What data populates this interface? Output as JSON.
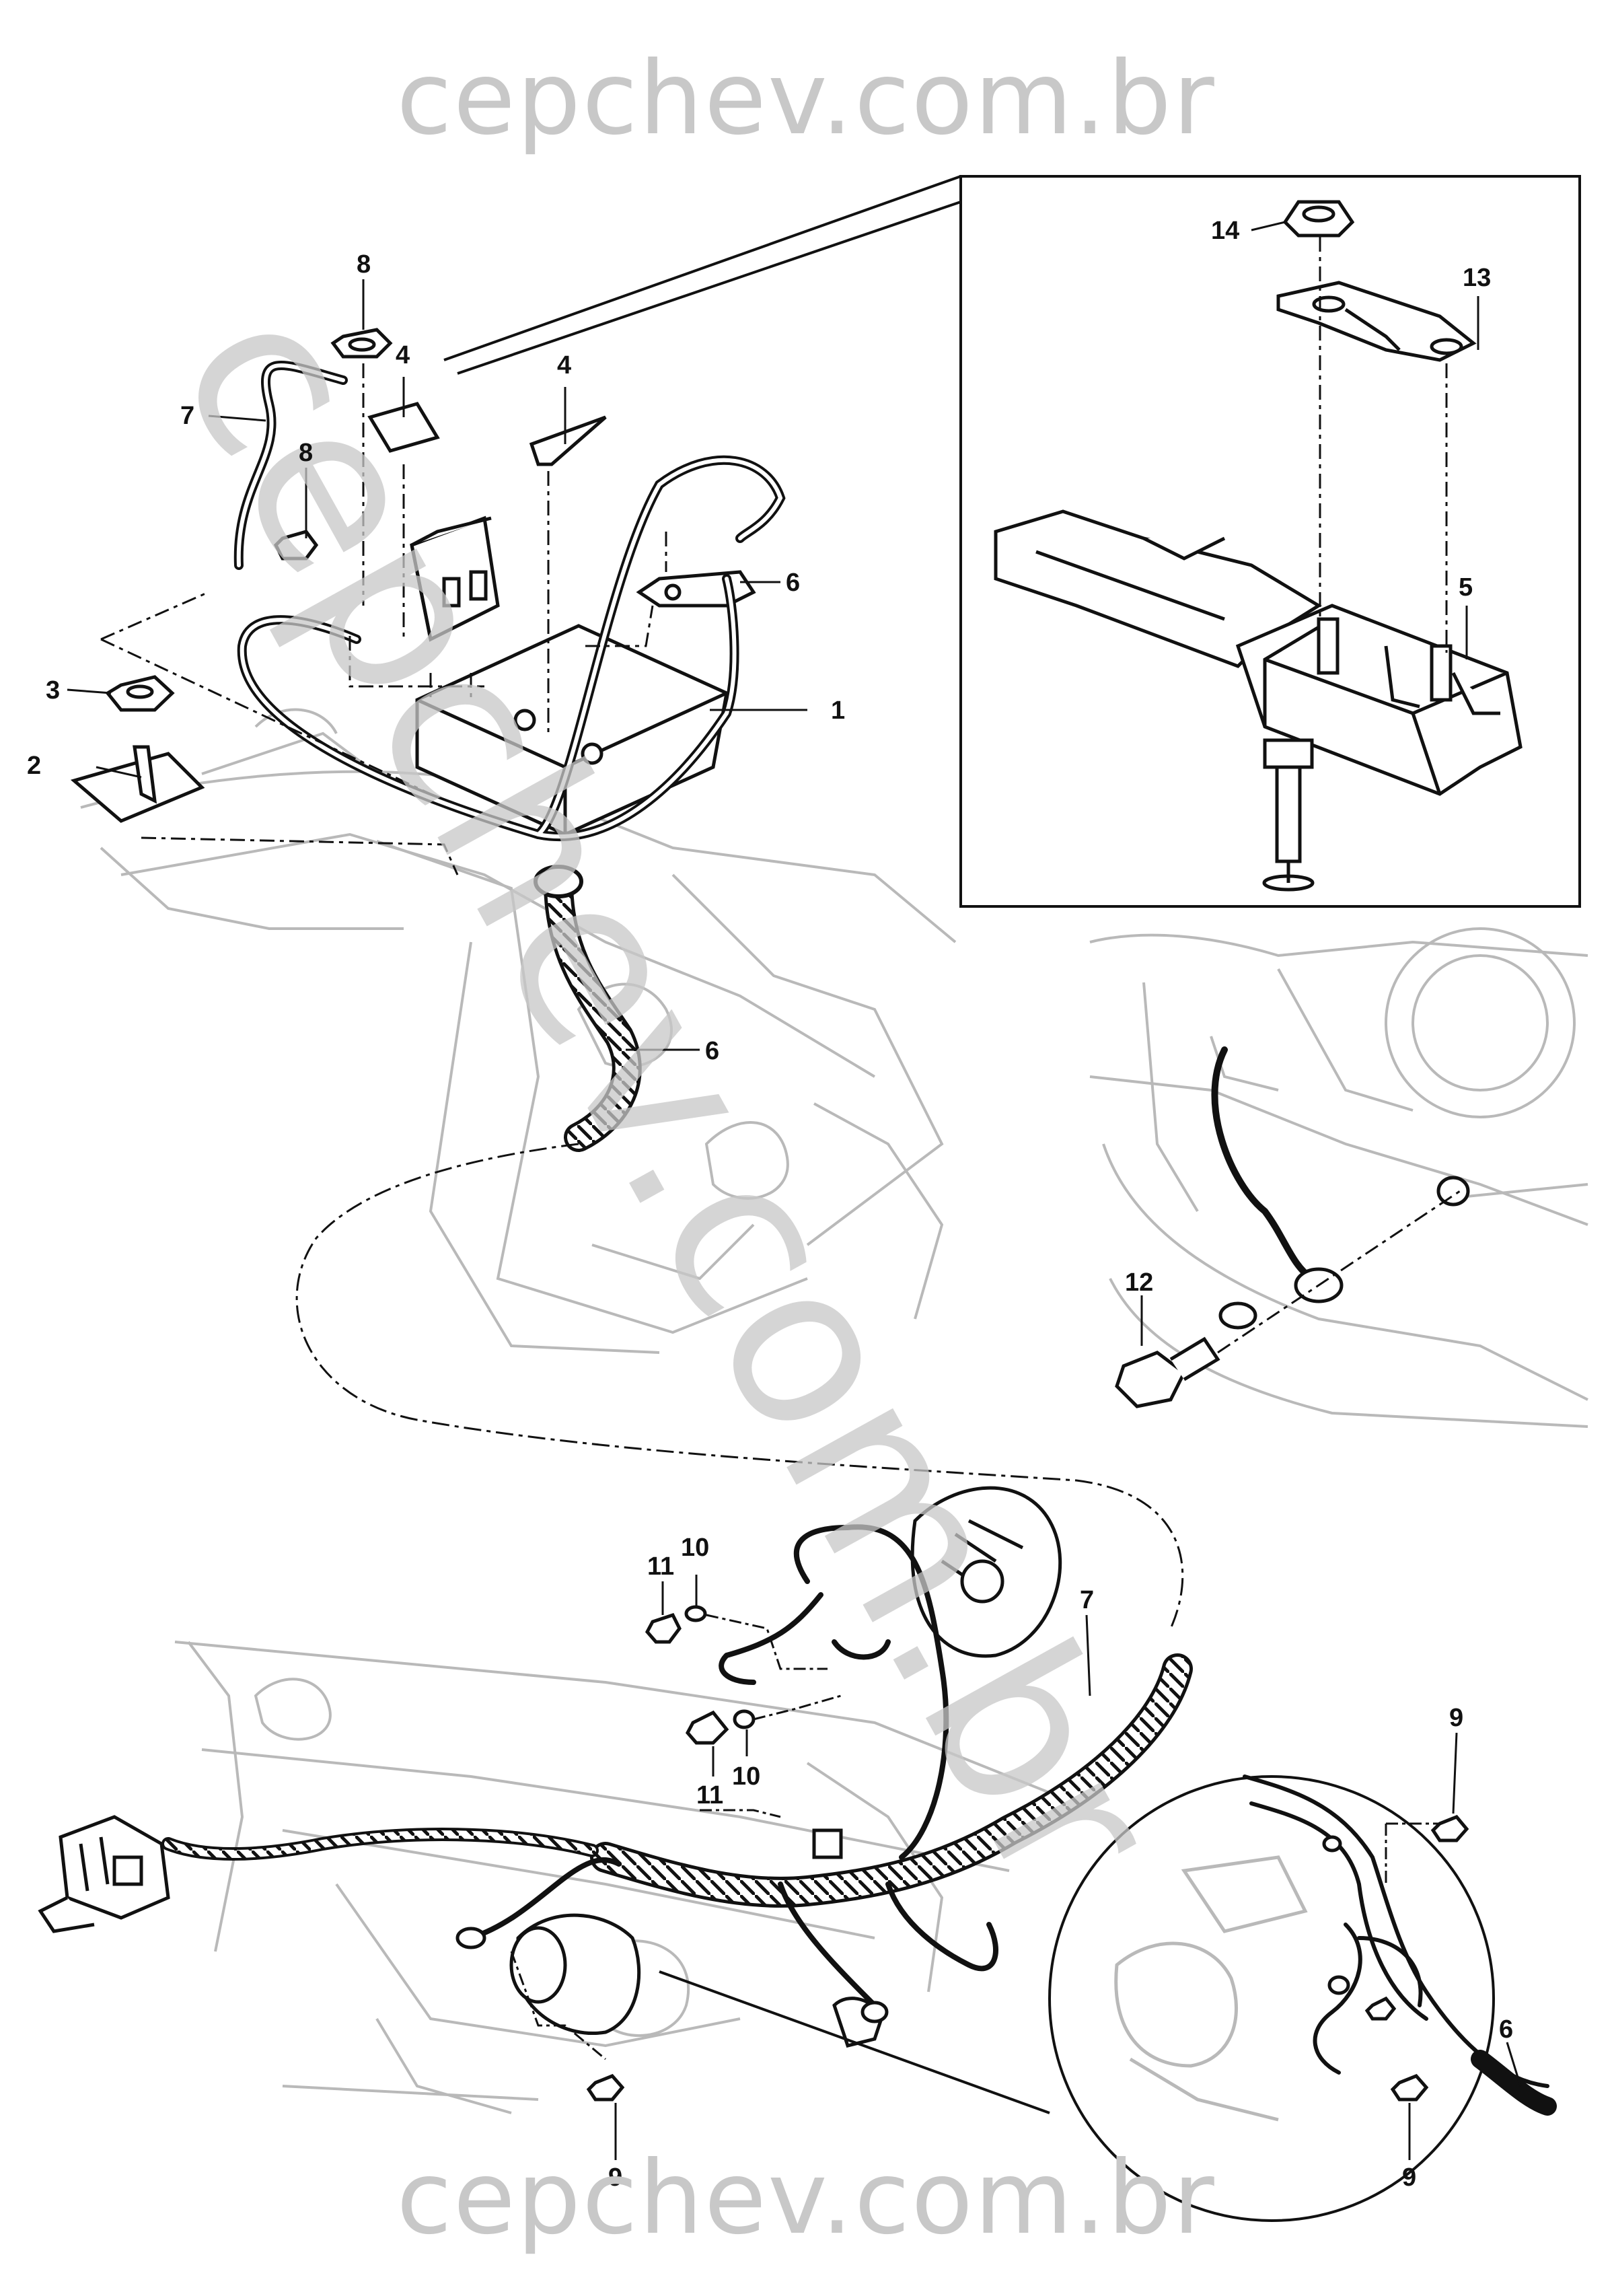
{
  "watermark": {
    "top_text": "cepchev.com.br",
    "bottom_text": "cepchev.com.br",
    "diagonal_text": "cepchev.com.br",
    "color": "#c8c8c8"
  },
  "colors": {
    "line": "#111111",
    "engine_ghost": "#b9b9b9",
    "background": "#ffffff"
  },
  "callouts": {
    "c1": "1",
    "c2": "2",
    "c3": "3",
    "c4a": "4",
    "c4b": "4",
    "c5": "5",
    "c6a": "6",
    "c6b": "6",
    "c6c": "6",
    "c7a": "7",
    "c7b": "7",
    "c8a": "8",
    "c8b": "8",
    "c9a": "9",
    "c9b": "9",
    "c9c": "9",
    "c10a": "10",
    "c10b": "10",
    "c11a": "11",
    "c11b": "11",
    "c12": "12",
    "c13": "13",
    "c14": "14"
  }
}
